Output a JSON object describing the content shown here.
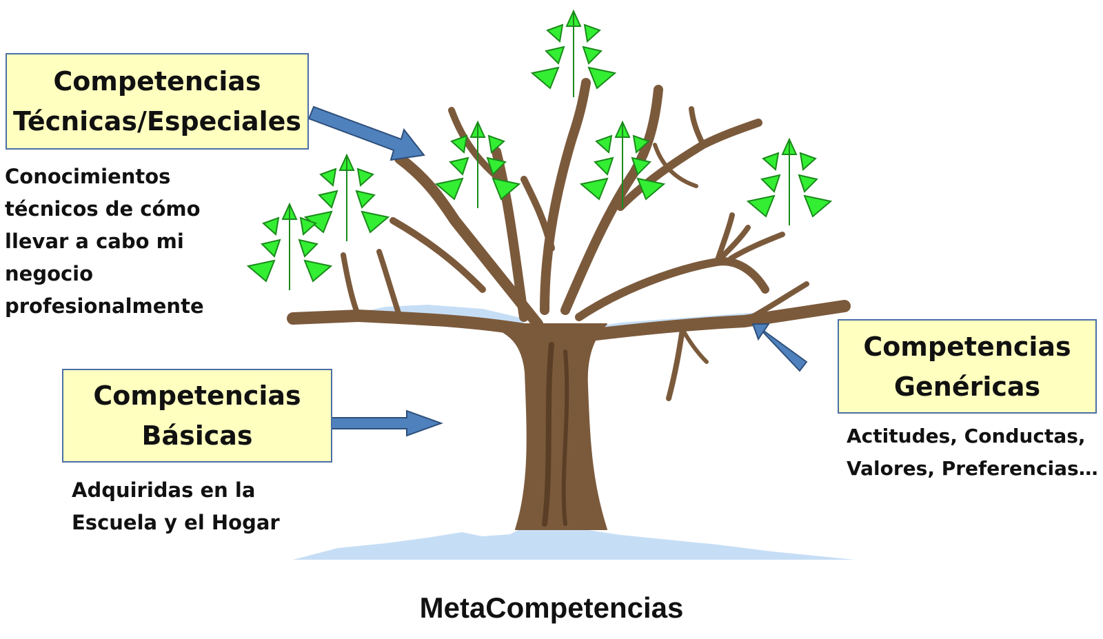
{
  "boxes": {
    "tecnicas": {
      "line1": "Competencias",
      "line2": "Técnicas/Especiales"
    },
    "basicas": {
      "line1": "Competencias",
      "line2": "Básicas"
    },
    "genericas": {
      "line1": "Competencias",
      "line2": "Genéricas"
    }
  },
  "descriptions": {
    "tecnicas": [
      "Conocimientos",
      "técnicos de cómo",
      "llevar a cabo mi",
      "negocio",
      "profesionalmente"
    ],
    "basicas": [
      "Adquiridas en la",
      "Escuela y el Hogar"
    ],
    "genericas": [
      "Actitudes, Conductas,",
      "Valores, Preferencias…"
    ]
  },
  "caption": "MetaCompetencias",
  "colors": {
    "box_fill": "#ffffc0",
    "box_border": "#4a6fa5",
    "arrow": "#4f81bd",
    "trunk": "#7b5a3c",
    "trunk_dark": "#5a3e26",
    "snow": "#c6def5",
    "leaf": "#33ee33",
    "leaf_stroke": "#1a8a1a"
  },
  "icons": [
    "tree-illustration",
    "leaf-cluster-icon",
    "arrow-right-icon",
    "arrow-up-left-icon"
  ]
}
